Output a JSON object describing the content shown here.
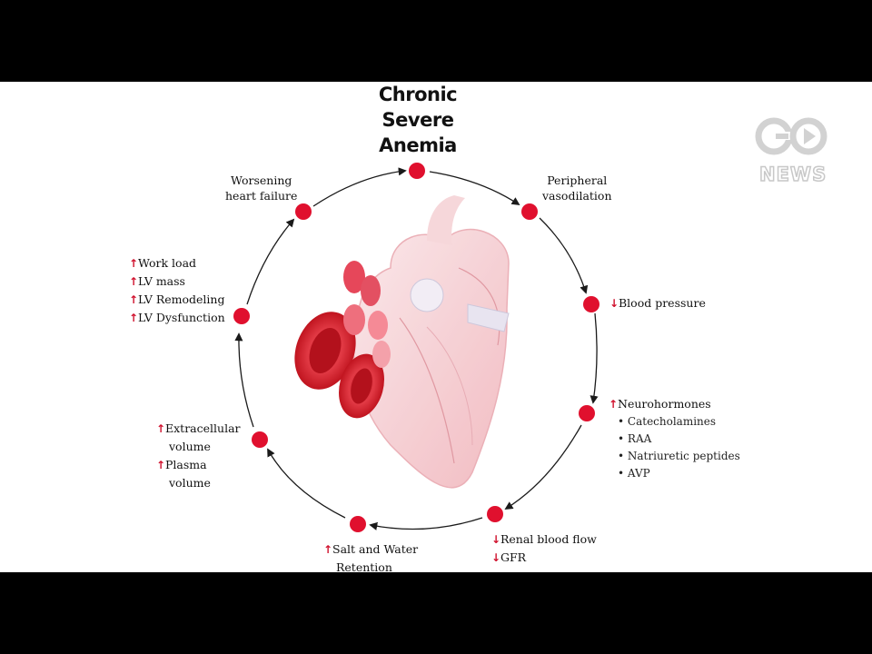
{
  "title": "Chronic\nSevere\nAnemia",
  "logo": {
    "text": "NEWS"
  },
  "nodes": [
    {
      "id": "peripheral",
      "lines": [
        "Peripheral",
        "vasodilation"
      ]
    },
    {
      "id": "bp",
      "lines": [
        "Blood pressure"
      ],
      "arrow": "down"
    },
    {
      "id": "neuro",
      "head": "Neurohormones",
      "arrow": "up",
      "bullets": [
        "Catecholamines",
        "RAA",
        "Natriuretic peptides",
        "AVP"
      ]
    },
    {
      "id": "renal",
      "items": [
        {
          "text": "Renal blood flow",
          "arrow": "down"
        },
        {
          "text": "GFR",
          "arrow": "down"
        }
      ]
    },
    {
      "id": "salt",
      "lines": [
        "Salt and Water",
        "Retention"
      ],
      "arrow": "up"
    },
    {
      "id": "volume",
      "items": [
        {
          "text": "Extracellular",
          "cont": "volume",
          "arrow": "up"
        },
        {
          "text": "Plasma",
          "cont": "volume",
          "arrow": "up"
        }
      ]
    },
    {
      "id": "workload",
      "items": [
        {
          "text": "Work load",
          "arrow": "up"
        },
        {
          "text": "LV mass",
          "arrow": "up"
        },
        {
          "text": "LV Remodeling",
          "arrow": "up"
        },
        {
          "text": "LV Dysfunction",
          "arrow": "up"
        }
      ]
    },
    {
      "id": "worsening",
      "lines": [
        "Worsening",
        "heart failure"
      ]
    }
  ],
  "colors": {
    "node": "#e0102e",
    "arrow": "#d0102c",
    "ring": "#1a1a1a"
  }
}
